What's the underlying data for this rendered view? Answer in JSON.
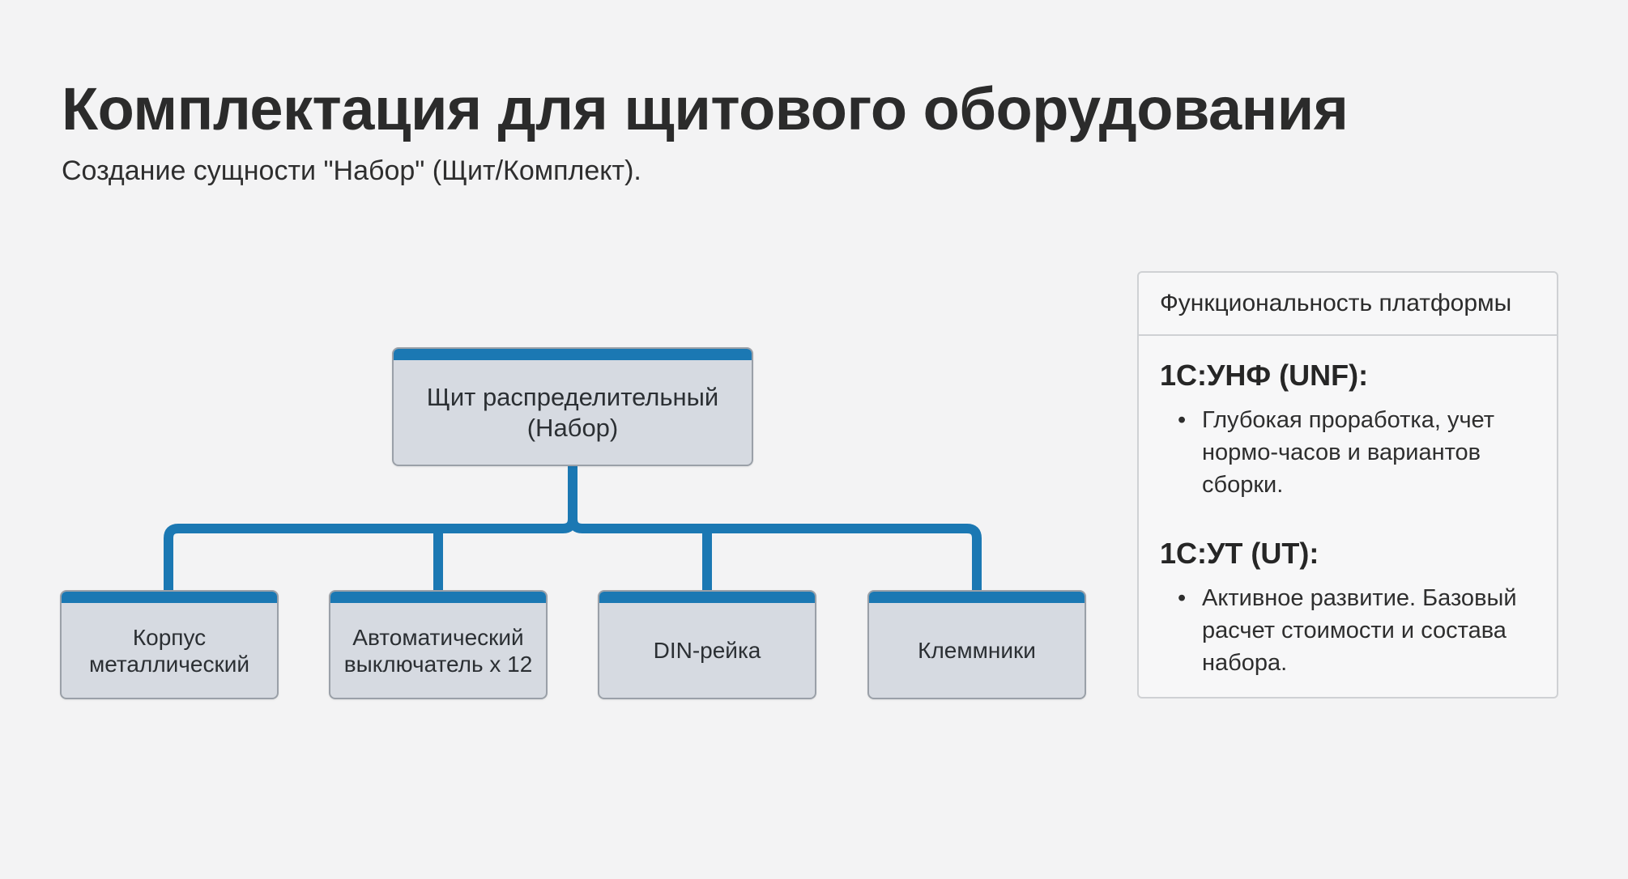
{
  "title": "Комплектация для щитового оборудования",
  "subtitle": "Создание сущности \"Набор\" (Щит/Комплект).",
  "tree": {
    "root": {
      "line1": "Щит распределительный",
      "line2": "(Набор)"
    },
    "children": [
      {
        "line1": "Корпус",
        "line2": "металлический"
      },
      {
        "line1": "Автоматический",
        "line2": "выключатель x 12"
      },
      {
        "line1": "DIN-рейка",
        "line2": ""
      },
      {
        "line1": "Клеммники",
        "line2": ""
      }
    ]
  },
  "panel": {
    "header": "Функциональность платформы",
    "sections": [
      {
        "heading": "1С:УНФ (UNF):",
        "bullets": [
          "Глубокая проработка, учет нормо-часов и вариантов сборки."
        ]
      },
      {
        "heading": "1С:УТ (UT):",
        "bullets": [
          "Активное развитие. Базовый расчет стоимости и состава набора."
        ]
      }
    ]
  },
  "colors": {
    "accent": "#1b78b3",
    "node_fill": "#d6dae1",
    "background": "#f3f3f4"
  }
}
